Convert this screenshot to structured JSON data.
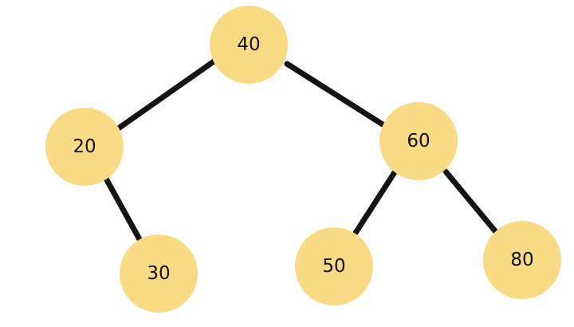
{
  "diagram": {
    "type": "binary-tree",
    "colors": {
      "node_fill": "#f8db84",
      "edge": "#141414",
      "text": "#111111"
    },
    "nodes": [
      {
        "id": "n40",
        "label": "40"
      },
      {
        "id": "n20",
        "label": "20"
      },
      {
        "id": "n60",
        "label": "60"
      },
      {
        "id": "n30",
        "label": "30"
      },
      {
        "id": "n50",
        "label": "50"
      },
      {
        "id": "n80",
        "label": "80"
      }
    ],
    "edges": [
      {
        "from": "n40",
        "to": "n20"
      },
      {
        "from": "n40",
        "to": "n60"
      },
      {
        "from": "n20",
        "to": "n30"
      },
      {
        "from": "n60",
        "to": "n50"
      },
      {
        "from": "n60",
        "to": "n80"
      }
    ]
  }
}
